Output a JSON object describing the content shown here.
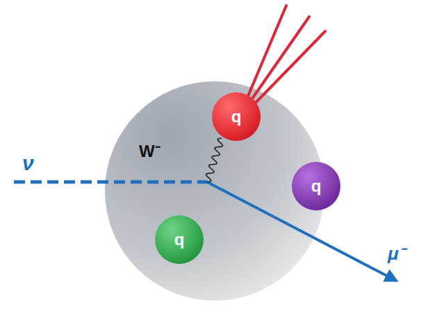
{
  "diagram": {
    "nodes": [
      {
        "text": [
          "q"
        ]
      },
      {
        "text": [
          "q"
        ]
      },
      {
        "text": [
          "q"
        ]
      }
    ],
    "labels": [
      "ν",
      "W⁻",
      "μ⁻"
    ]
  }
}
